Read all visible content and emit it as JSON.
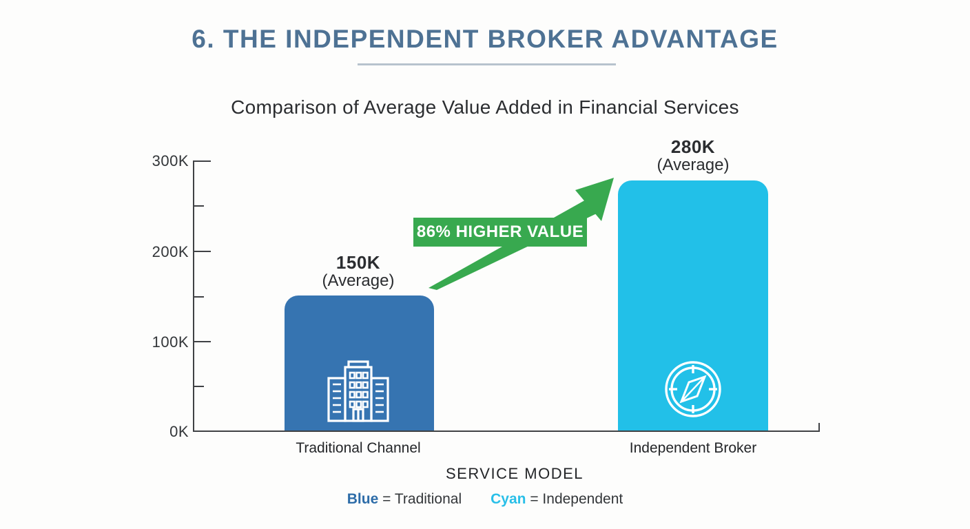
{
  "header": {
    "title": "6. THE INDEPENDENT BROKER ADVANTAGE"
  },
  "chart_data": {
    "type": "bar",
    "title": "Comparison of Average Value Added in Financial Services",
    "categories": [
      "Traditional Channel",
      "Independent Broker"
    ],
    "values": [
      150000,
      280000
    ],
    "value_labels": [
      "150K",
      "280K"
    ],
    "value_sublabels": [
      "(Average)",
      "(Average)"
    ],
    "xlabel": "SERVICE MODEL",
    "ylabel": "",
    "ylim": [
      0,
      300000
    ],
    "ytick_labels": [
      "300K",
      "200K",
      "100K",
      "0K"
    ],
    "ytick_values": [
      300000,
      200000,
      100000,
      0
    ],
    "minor_tick_values": [
      250000,
      150000,
      50000
    ],
    "bar_colors": [
      "#3674b1",
      "#22c0e8"
    ],
    "bar_icons": [
      "building-icon",
      "compass-icon"
    ],
    "annotation": "86% HIGHER VALUE",
    "grid": false,
    "legend_position": "bottom"
  },
  "legend": {
    "items": [
      {
        "term": "Blue",
        "rest": "= Traditional",
        "color": "#2d6ca8"
      },
      {
        "term": "Cyan",
        "rest": "= Independent",
        "color": "#29bfe8"
      }
    ]
  },
  "colors": {
    "title": "#4e7294",
    "arrow_green": "#38a94f",
    "axis": "#3f4144"
  }
}
